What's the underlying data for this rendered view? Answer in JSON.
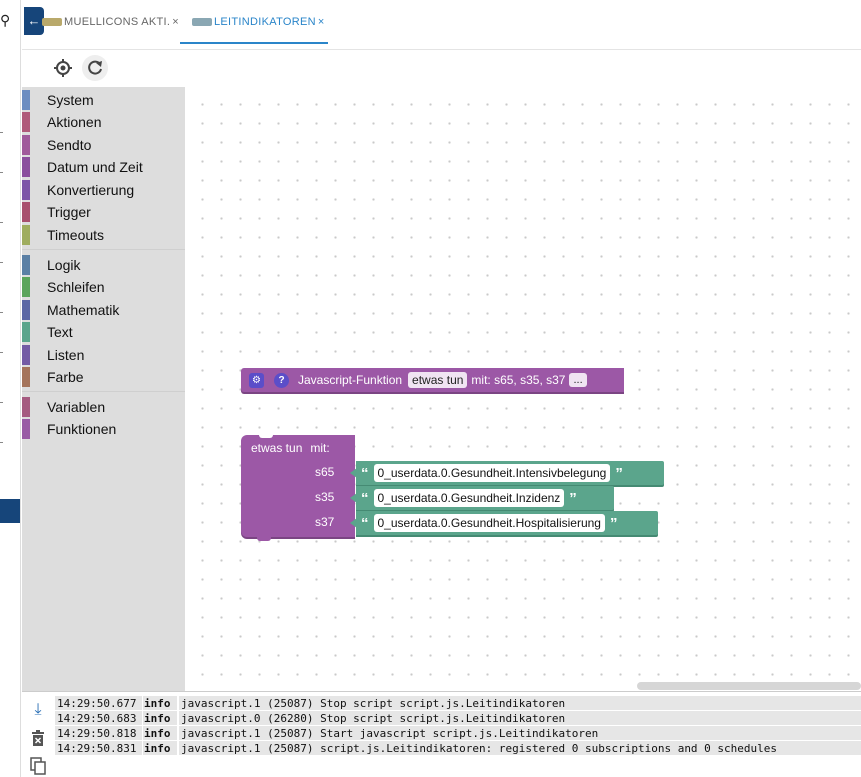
{
  "tabs": [
    {
      "label": "MUELLICONS AKTI.",
      "close": "×"
    },
    {
      "label": "LEITINDIKATOREN",
      "close": "×"
    }
  ],
  "categories_group1": [
    "System",
    "Aktionen",
    "Sendto",
    "Datum und Zeit",
    "Konvertierung",
    "Trigger",
    "Timeouts"
  ],
  "categories_group2": [
    "Logik",
    "Schleifen",
    "Mathematik",
    "Text",
    "Listen",
    "Farbe"
  ],
  "categories_group3": [
    "Variablen",
    "Funktionen"
  ],
  "colors": {
    "System": "#6c8dc1",
    "Aktionen": "#b05a7a",
    "Sendto": "#a05a9b",
    "Datum und Zeit": "#8b4f9e",
    "Konvertierung": "#7d56a8",
    "Trigger": "#a8506e",
    "Timeouts": "#9fad5f",
    "Logik": "#5b80a5",
    "Schleifen": "#5ba55b",
    "Mathematik": "#5b67a5",
    "Text": "#5ba58c",
    "Listen": "#745ba5",
    "Farbe": "#a5745b",
    "Variablen": "#a55b80",
    "Funktionen": "#995ba5"
  },
  "blocks": {
    "call": {
      "text": "Javascript-Funktion",
      "name": "etwas tun",
      "params": "mit: s65, s35, s37",
      "more": "..."
    },
    "definition": {
      "name": "etwas tun",
      "with": "mit:"
    },
    "params": [
      {
        "label": "s65",
        "value": "0_userdata.0.Gesundheit.Intensivbelegung"
      },
      {
        "label": "s35",
        "value": "0_userdata.0.Gesundheit.Inzidenz"
      },
      {
        "label": "s37",
        "value": "0_userdata.0.Gesundheit.Hospitalisierung"
      }
    ],
    "open_quote": "“",
    "close_quote": "”"
  },
  "log": [
    {
      "ts": "14:29:50.677",
      "level": "info",
      "msg": "javascript.1 (25087) Stop script script.js.Leitindikatoren"
    },
    {
      "ts": "14:29:50.683",
      "level": "info",
      "msg": "javascript.0 (26280) Stop script script.js.Leitindikatoren"
    },
    {
      "ts": "14:29:50.818",
      "level": "info",
      "msg": "javascript.1 (25087) Start javascript script.js.Leitindikatoren"
    },
    {
      "ts": "14:29:50.831",
      "level": "info",
      "msg": "javascript.1 (25087) script.js.Leitindikatoren: registered 0 subscriptions and 0 schedules"
    }
  ]
}
